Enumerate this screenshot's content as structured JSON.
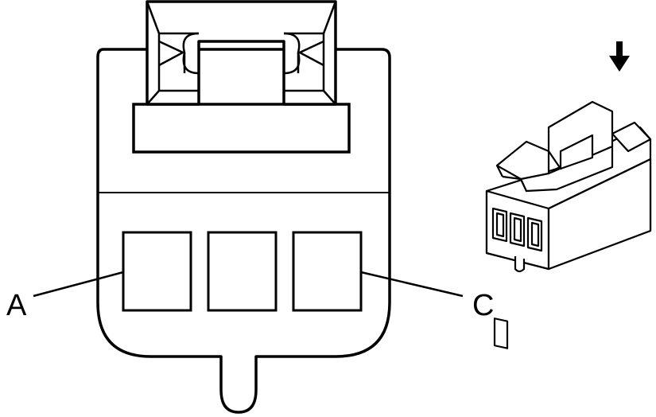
{
  "labels": {
    "pin_a": "A",
    "pin_c": "C"
  },
  "view_arrow": {
    "icon": "arrow-down-icon",
    "direction": "down"
  },
  "colors": {
    "stroke": "#000000",
    "fill": "#ffffff"
  }
}
